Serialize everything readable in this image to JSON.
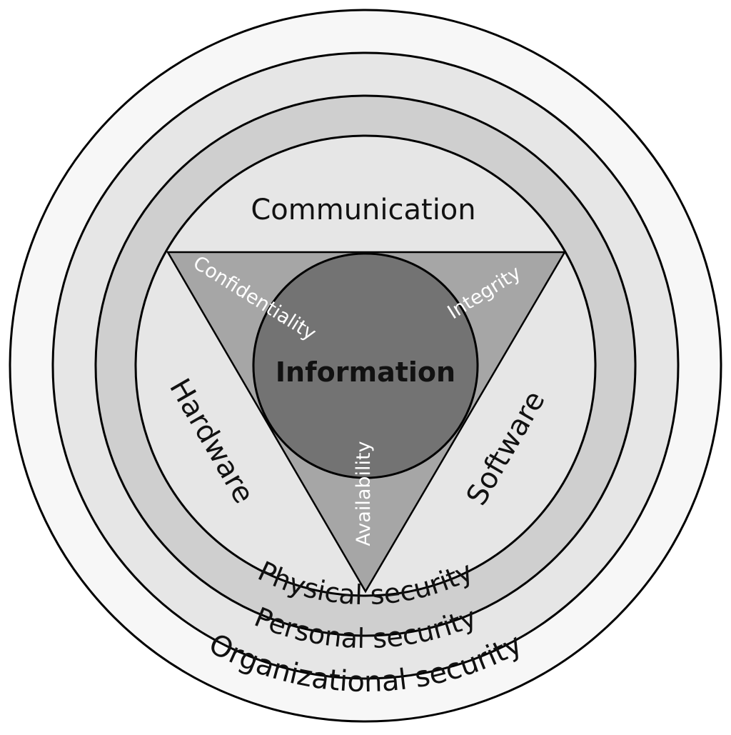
{
  "rings": {
    "organizational": {
      "label": "Organizational security",
      "fill": "#f7f7f7"
    },
    "personal": {
      "label": "Personal security",
      "fill": "#e6e6e6"
    },
    "physical": {
      "label": "Physical security",
      "fill": "#cfcfcf"
    }
  },
  "sectors": {
    "communication": "Communication",
    "hardware": "Hardware",
    "software": "Software",
    "fill": "#e6e6e6"
  },
  "triangle": {
    "fill": "#a6a6a6",
    "confidentiality": "Confidentiality",
    "integrity": "Integrity",
    "availability": "Availability"
  },
  "core": {
    "label": "Information",
    "fill": "#737373"
  }
}
